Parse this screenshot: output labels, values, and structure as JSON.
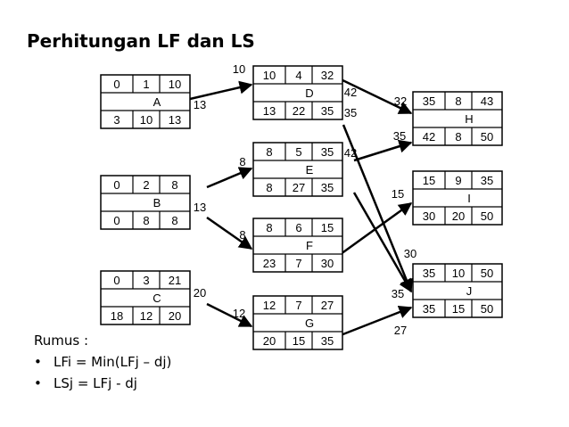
{
  "title": "Perhitungan LF dan LS",
  "nodes": [
    {
      "id": "A",
      "cells": [
        "0",
        "1",
        "10",
        "A",
        "13",
        "3",
        "10",
        "13"
      ]
    },
    {
      "id": "B",
      "cells": [
        "0",
        "2",
        "8",
        "B",
        "13",
        "0",
        "8",
        "8"
      ]
    },
    {
      "id": "C",
      "cells": [
        "0",
        "3",
        "21",
        "C",
        "20",
        "18",
        "12",
        "20"
      ]
    },
    {
      "id": "D",
      "cells": [
        "10",
        "4",
        "32",
        "D",
        "42",
        "13",
        "22",
        "35"
      ]
    },
    {
      "id": "E",
      "cells": [
        "8",
        "5",
        "35",
        "E",
        "42",
        "8",
        "27",
        "35"
      ]
    },
    {
      "id": "F",
      "cells": [
        "8",
        "6",
        "15",
        "F",
        "",
        "23",
        "7",
        "30"
      ]
    },
    {
      "id": "G",
      "cells": [
        "12",
        "7",
        "27",
        "G",
        "",
        "20",
        "15",
        "35"
      ]
    },
    {
      "id": "H",
      "cells": [
        "35",
        "8",
        "43",
        "H",
        "",
        "42",
        "8",
        "50"
      ]
    },
    {
      "id": "I",
      "cells": [
        "15",
        "9",
        "35",
        "I",
        "",
        "30",
        "20",
        "50"
      ]
    },
    {
      "id": "J",
      "cells": [
        "35",
        "10",
        "50",
        "J",
        "",
        "35",
        "15",
        "50"
      ]
    }
  ],
  "side_labels": [
    "10",
    "8",
    "8",
    "12",
    "32",
    "35",
    "15",
    "30",
    "35",
    "27",
    "35"
  ],
  "edges": [
    {
      "from": "A",
      "to": "D"
    },
    {
      "from": "B",
      "to": "E"
    },
    {
      "from": "B",
      "to": "F"
    },
    {
      "from": "C",
      "to": "G"
    },
    {
      "from": "D",
      "to": "H"
    },
    {
      "from": "D",
      "to": "J"
    },
    {
      "from": "E",
      "to": "H"
    },
    {
      "from": "E",
      "to": "J"
    },
    {
      "from": "F",
      "to": "I"
    },
    {
      "from": "G",
      "to": "J"
    }
  ],
  "notes": {
    "heading": "Rumus :",
    "items": [
      "LFi = Min(LFj – dj)",
      "LSj = LFj - dj"
    ]
  }
}
